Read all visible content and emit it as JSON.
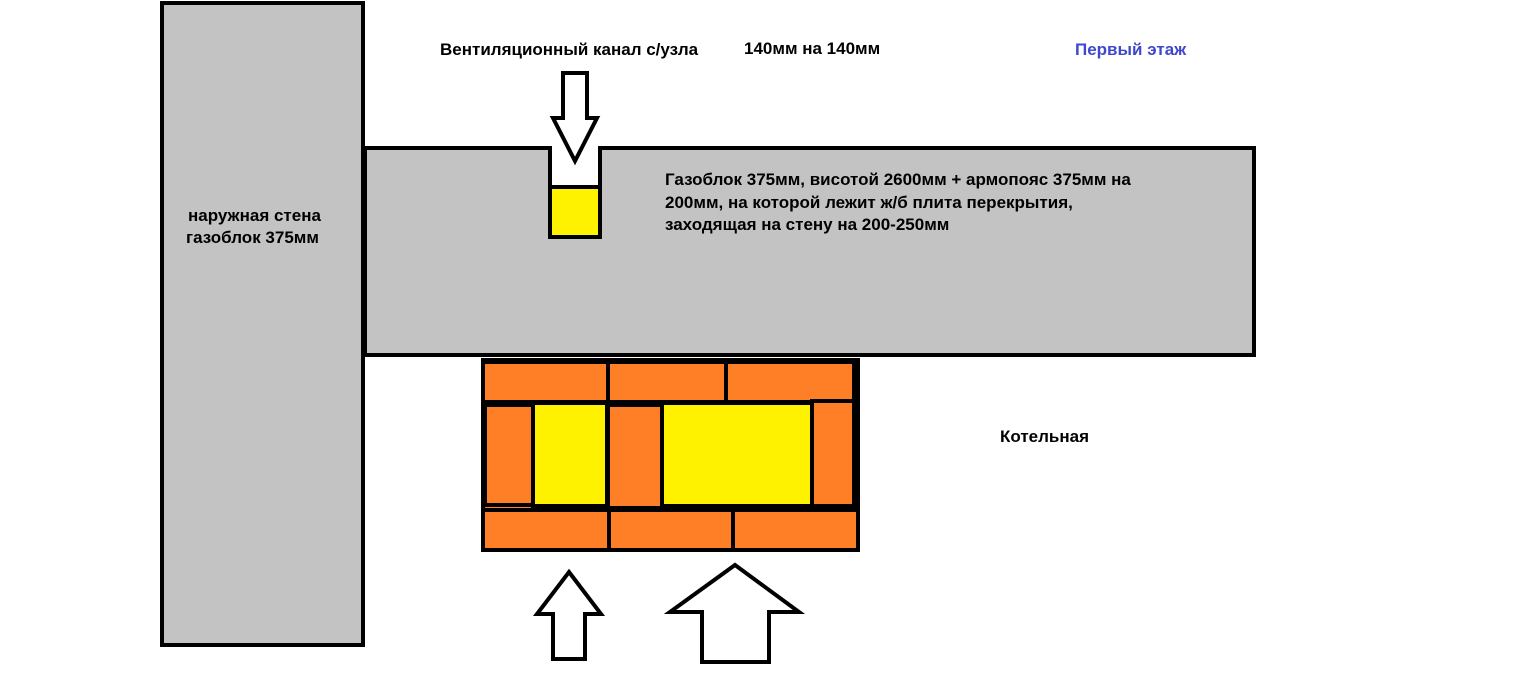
{
  "colors": {
    "wall_gray": "#c3c3c3",
    "outline": "#000000",
    "brick_orange": "#ff7f27",
    "channel_yellow": "#fff200",
    "floor_label_blue": "#3f48cc",
    "arrow_fill": "#ffffff"
  },
  "labels": {
    "vent_channel": "Вентиляционный канал с/узла",
    "vent_size": "140мм на 140мм",
    "floor": "Первый этаж",
    "outer_wall_line1": "наружная стена",
    "outer_wall_line2": "газоблок 375мм",
    "inner_wall_line1": "Газоблок 375мм, висотой 2600мм + армопояс 375мм на",
    "inner_wall_line2": "200мм, на которой лежит ж/б плита перекрытия,",
    "inner_wall_line3": "заходящая на стену на 200-250мм",
    "boiler_room": "Котельная"
  },
  "icons": {
    "vent_arrow": "arrow-down-icon",
    "flue_arrow_small": "arrow-up-icon",
    "flue_arrow_large": "arrow-up-icon"
  }
}
